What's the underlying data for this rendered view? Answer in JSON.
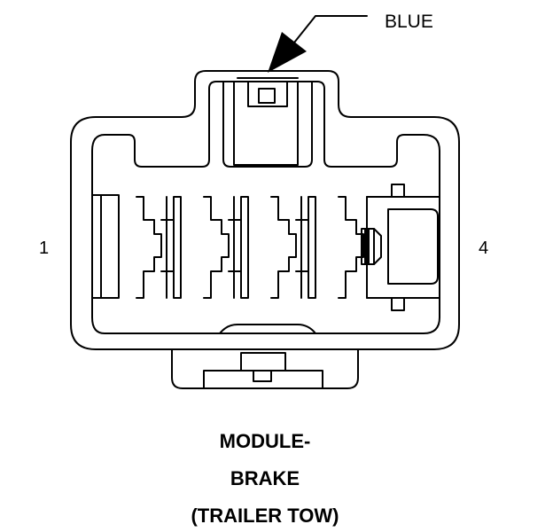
{
  "callout": {
    "label": "BLUE"
  },
  "pins": {
    "left": "1",
    "right": "4"
  },
  "title": {
    "line1": "MODULE-",
    "line2": "BRAKE",
    "line3": "(TRAILER TOW)"
  },
  "colors": {
    "ink": "#000000",
    "background": "#ffffff"
  }
}
